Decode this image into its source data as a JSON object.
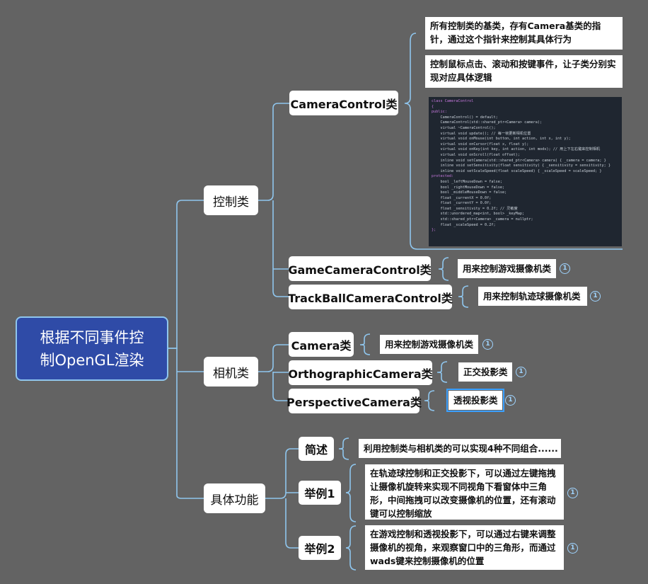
{
  "root": {
    "line1": "根据不同事件控",
    "line2": "制OpenGL渲染"
  },
  "branches": {
    "control": {
      "label": "控制类"
    },
    "camera": {
      "label": "相机类"
    },
    "func": {
      "label": "具体功能"
    }
  },
  "control_children": {
    "camera_control": {
      "label": "CameraControl类",
      "note1": "所有控制类的基类，存有Camera基类的指针，通过这个指针来控制其具体行为",
      "note2": "控制鼠标点击、滚动和按键事件，让子类分别实现对应具体逻辑",
      "code": [
        "class CameraControl",
        "{",
        "public:",
        "    CameraControl() = default;",
        "    CameraControl(std::shared_ptr<Camera> camera);",
        "    virtual ~CameraControl();",
        "    virtual void update(); // 每一帧更新相机位置",
        "    virtual void onMouse(int button, int action, int x, int y);",
        "    virtual void onCursor(float x, float y);",
        "    virtual void onKey(int key, int action, int mods); // 用上下左右键来控制相机",
        "    virtual void onScroll(float offset);",
        "",
        "    inline void setCamera(std::shared_ptr<Camera> camera) { _camera = camera; }",
        "    inline void setSensitivity(float sensitivity) { _sensitivity = sensitivity; }",
        "    inline void setScaleSpeed(float scaleSpeed) { _scaleSpeed = scaleSpeed; }",
        "protected:",
        "    bool _leftMouseDown = false;",
        "    bool _rightMouseDown = false;",
        "    bool _middleMouseDown = false;",
        "",
        "    float _currentX = 0.0f;",
        "    float _currentY = 0.0f;",
        "    float _sensitivity = 0.2f; // 灵敏度",
        "    std::unordered_map<int, bool> _keyMap;",
        "    std::shared_ptr<Camera> _camera = nullptr;",
        "    float _scaleSpeed = 0.2f;",
        "};"
      ]
    },
    "game_camera_control": {
      "label": "GameCameraControl类",
      "note": "用来控制游戏摄像机类",
      "badge": "1"
    },
    "trackball_camera_control": {
      "label": "TrackBallCameraControl类",
      "note": "用来控制轨迹球摄像机类",
      "badge": "1"
    }
  },
  "camera_children": {
    "camera": {
      "label": "Camera类",
      "note": "用来控制游戏摄像机类",
      "badge": "1"
    },
    "ortho": {
      "label": "OrthographicCamera类",
      "note": "正交投影类",
      "badge": "1"
    },
    "persp": {
      "label": "PerspectiveCamera类",
      "note": "透视投影类",
      "badge": "1"
    }
  },
  "func_children": {
    "summary": {
      "label": "简述",
      "note": "利用控制类与相机类的可以实现4种不同组合......"
    },
    "example1": {
      "label": "举例1",
      "note": "在轨迹球控制和正交投影下，可以通过左键拖拽让摄像机旋转来实现不同视角下看窗体中三角形，中间拖拽可以改变摄像机的位置，还有滚动键可以控制缩放",
      "badge": "1"
    },
    "example2": {
      "label": "举例2",
      "note": "在游戏控制和透视投影下，可以通过右键来调整摄像机的视角，来观察窗口中的三角形，而通过wads键来控制摄像机的位置",
      "badge": "1"
    }
  },
  "colors": {
    "background": "#636363",
    "root_fill": "#2f4ba7",
    "link": "#8fc6ee",
    "badge": "#9fd4ff"
  }
}
